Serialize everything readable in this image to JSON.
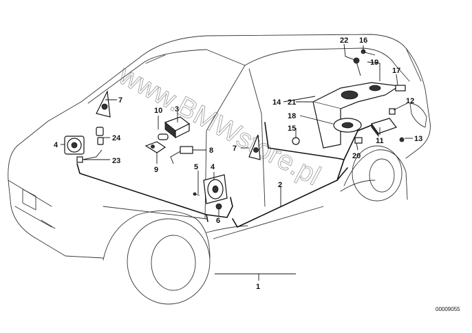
{
  "watermark": "www.BMWstore.pl",
  "drawing_code": "00009055",
  "callouts": {
    "c1": "1",
    "c2": "2",
    "c3": "3",
    "c4a": "4",
    "c4b": "4",
    "c5": "5",
    "c6": "6",
    "c7a": "7",
    "c7b": "7",
    "c8": "8",
    "c9": "9",
    "c10": "10",
    "c11": "11",
    "c12": "12",
    "c13": "13",
    "c14": "14",
    "c15": "15",
    "c16": "16",
    "c17": "17",
    "c18": "18",
    "c19": "19",
    "c20": "20",
    "c21": "21",
    "c22": "22",
    "c23": "23",
    "c24": "24"
  }
}
